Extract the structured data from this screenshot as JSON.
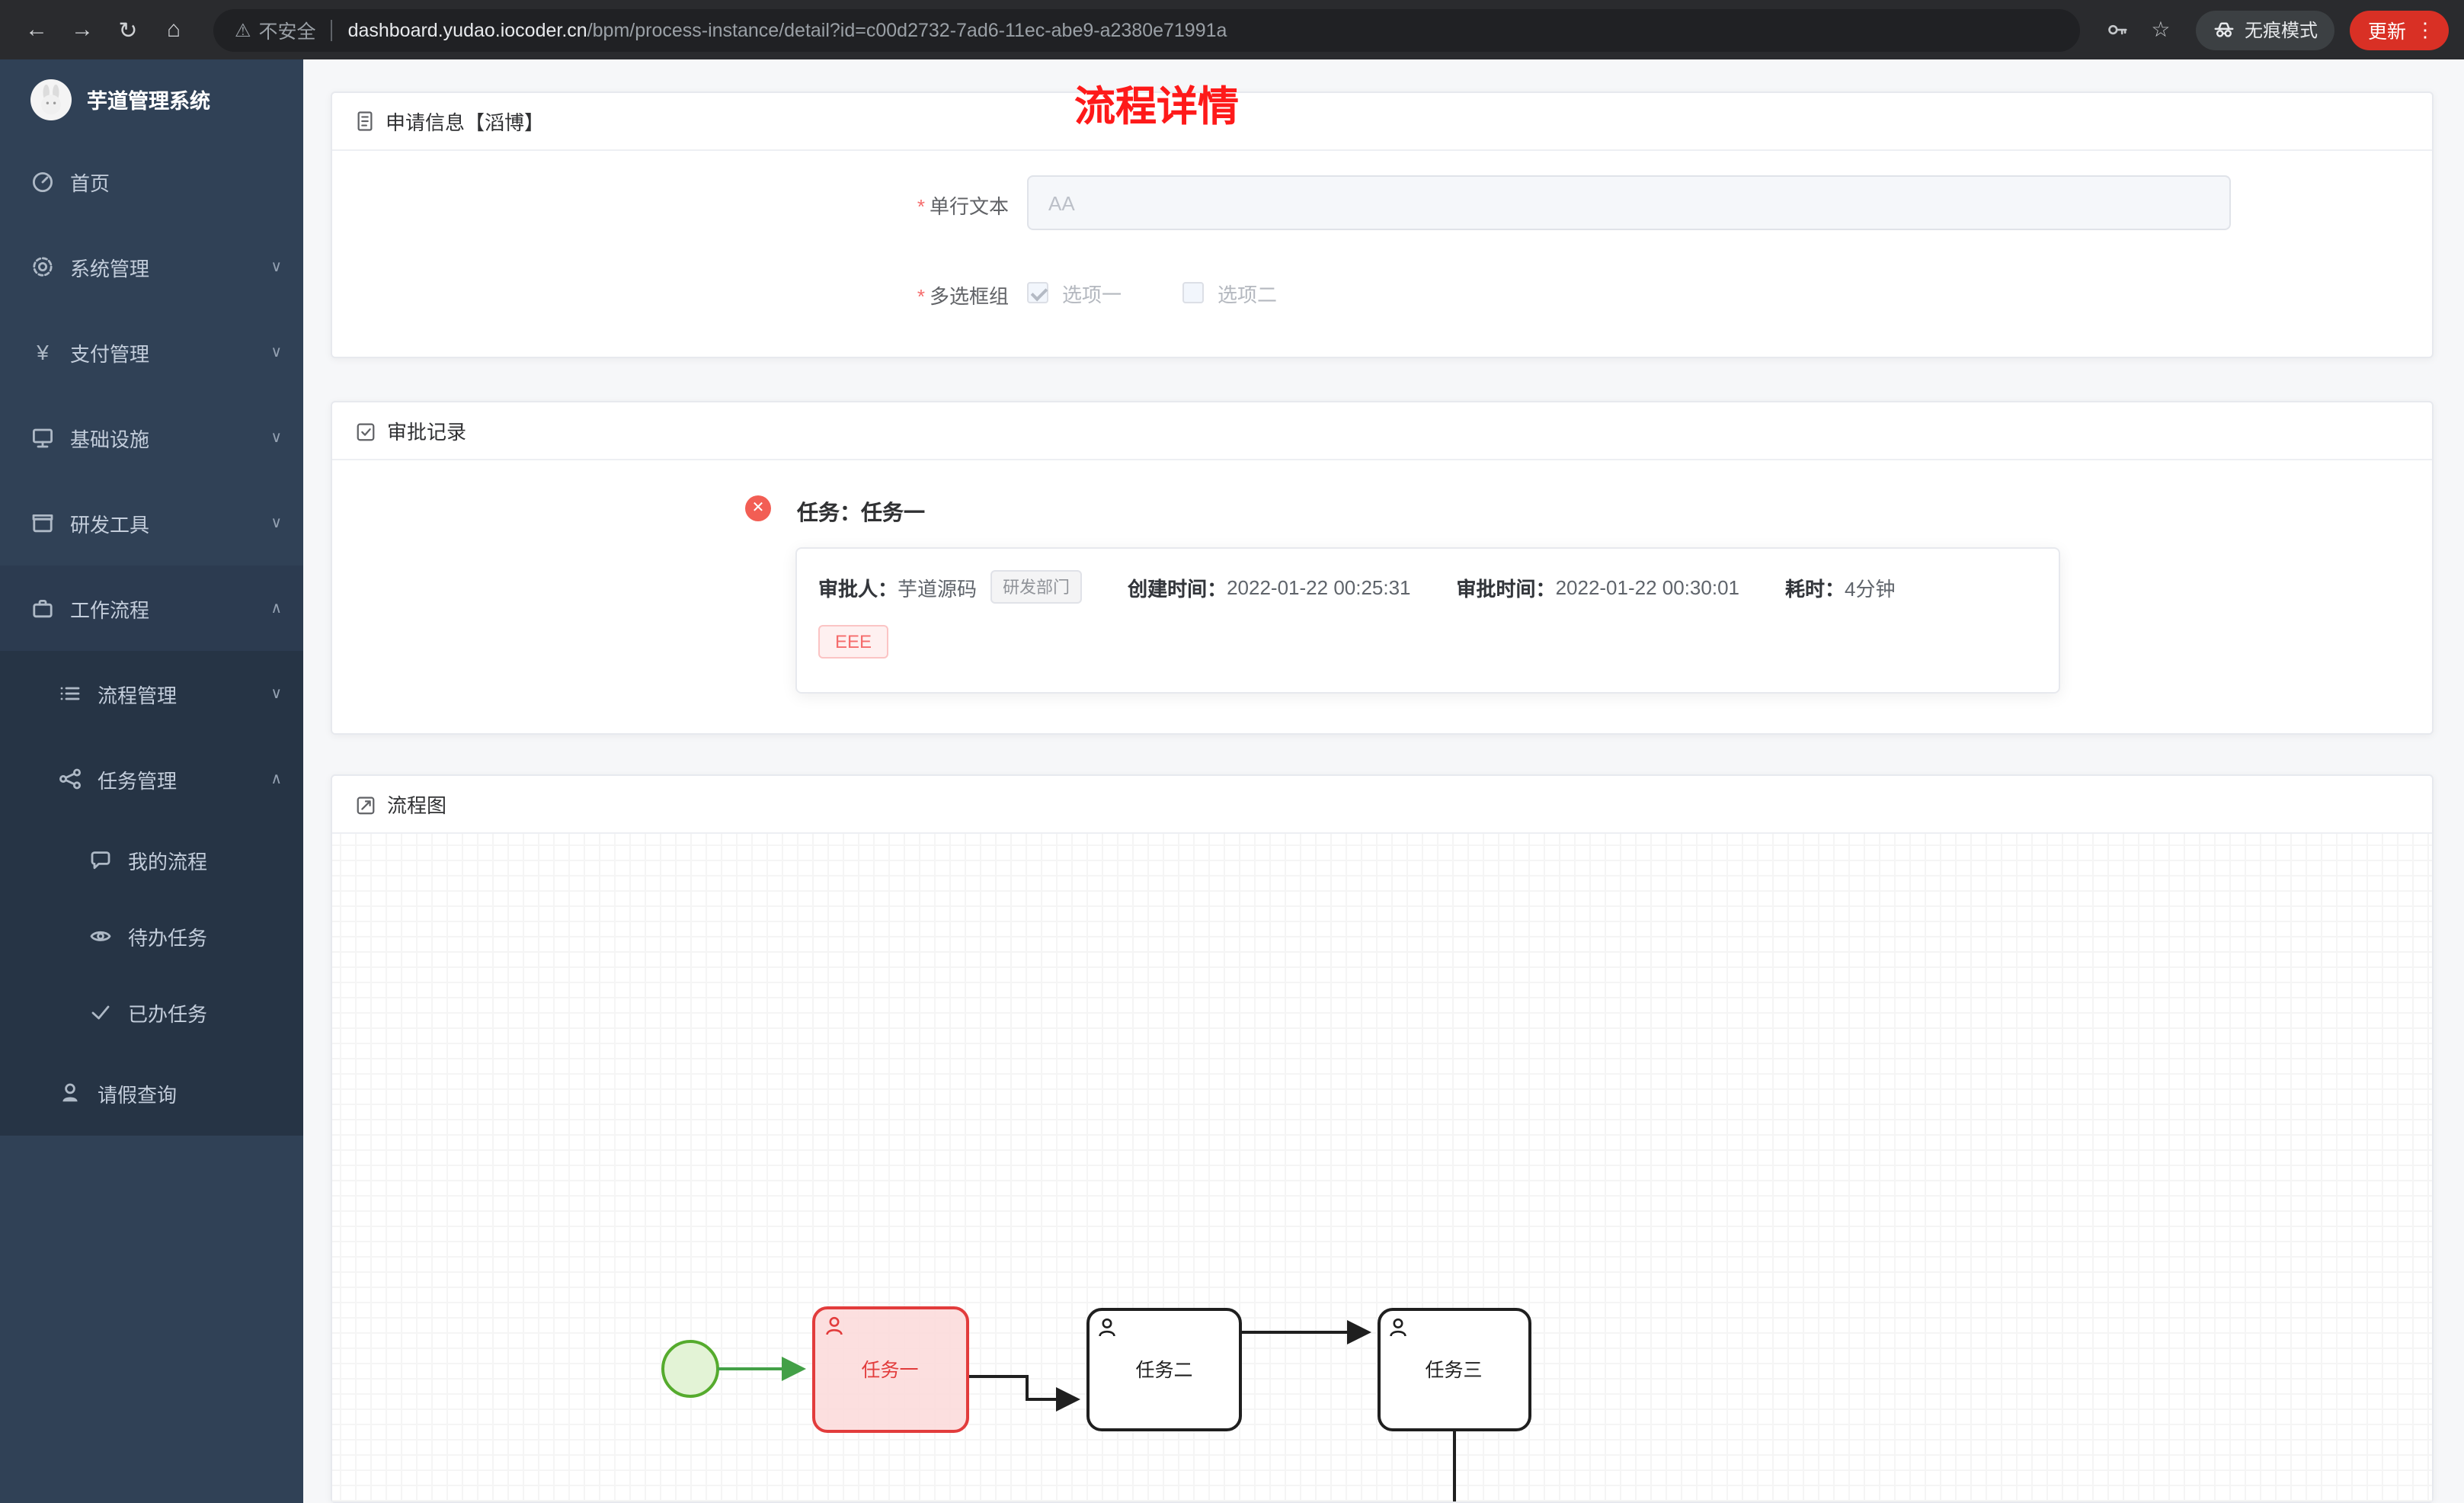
{
  "icons": {
    "back": "←",
    "forward": "→",
    "refresh": "↻",
    "home": "⌂",
    "warning": "⚠",
    "star": "☆",
    "menu_dots": "⋮",
    "close_x": "✕",
    "chevron_down": "∨",
    "chevron_up": "∧",
    "yen": "¥"
  },
  "browser": {
    "security_label": "不安全",
    "url_host": "dashboard.yudao.iocoder.cn",
    "url_path": "/bpm/process-instance/detail?id=c00d2732-7ad6-11ec-abe9-a2380e71991a",
    "incognito_label": "无痕模式",
    "update_label": "更新"
  },
  "sidebar": {
    "logo_title": "芋道管理系统",
    "items": [
      {
        "label": "首页"
      },
      {
        "label": "系统管理"
      },
      {
        "label": "支付管理"
      },
      {
        "label": "基础设施"
      },
      {
        "label": "研发工具"
      },
      {
        "label": "工作流程"
      },
      {
        "label": "流程管理"
      },
      {
        "label": "任务管理"
      },
      {
        "label": "我的流程"
      },
      {
        "label": "待办任务"
      },
      {
        "label": "已办任务"
      },
      {
        "label": "请假查询"
      }
    ]
  },
  "page": {
    "title": "流程详情"
  },
  "apply_card": {
    "header": "申请信息【滔博】",
    "required_mark": "*",
    "text_field": {
      "label": "单行文本",
      "value": "AA"
    },
    "checkbox_field": {
      "label": "多选框组",
      "options": [
        {
          "label": "选项一",
          "checked": true
        },
        {
          "label": "选项二",
          "checked": false
        }
      ]
    }
  },
  "approval_card": {
    "header": "审批记录",
    "task_title": "任务：任务一",
    "approver_label": "审批人：",
    "approver_name": "芋道源码",
    "dept_tag": "研发部门",
    "created_label": "创建时间：",
    "created_time": "2022-01-22 00:25:31",
    "approved_label": "审批时间：",
    "approved_time": "2022-01-22 00:30:01",
    "duration_label": "耗时：",
    "duration_value": "4分钟",
    "comment_tag": "EEE"
  },
  "diagram_card": {
    "header": "流程图",
    "start_event": {
      "status": "completed"
    },
    "nodes": [
      {
        "label": "任务一",
        "status": "rejected"
      },
      {
        "label": "任务二",
        "status": "not-started"
      },
      {
        "label": "任务三",
        "status": "not-started"
      }
    ],
    "edges": [
      {
        "from": "start",
        "to": "任务一",
        "status": "completed"
      },
      {
        "from": "任务一",
        "to": "任务二",
        "status": "pending"
      },
      {
        "from": "任务二",
        "to": "任务三",
        "status": "pending"
      },
      {
        "from": "任务三",
        "to": "below",
        "status": "pending"
      }
    ]
  },
  "colors": {
    "sidebar_bg": "#304156",
    "submenu_bg": "#263445",
    "title_red": "#fe1a1a",
    "error_red": "#f56c6c",
    "task_highlight_border": "#e23c3c",
    "task_highlight_fill": "#fbd9d9",
    "success_green": "#43a047",
    "update_button": "#d93025"
  }
}
